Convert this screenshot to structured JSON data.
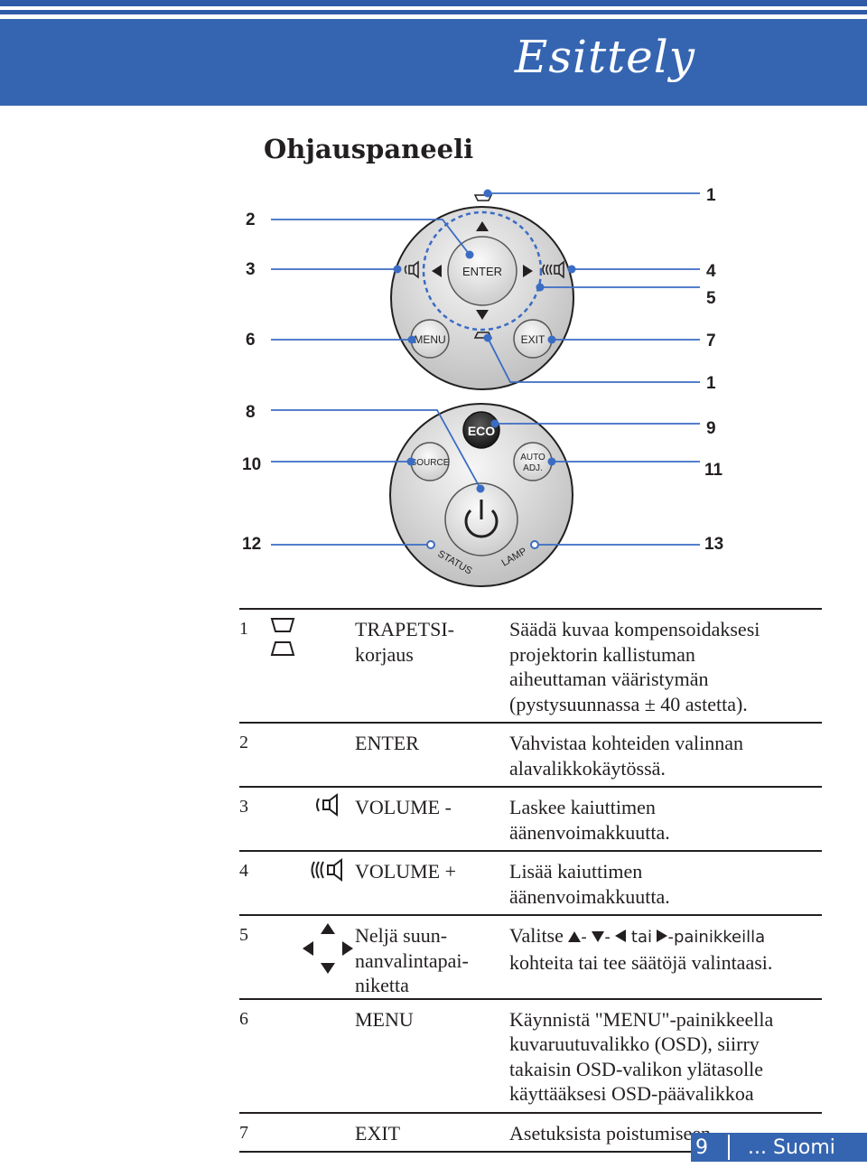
{
  "header": {
    "title": "Esittely"
  },
  "section": {
    "title": "Ohjauspaneeli"
  },
  "callouts": {
    "left": [
      "2",
      "3",
      "6",
      "8",
      "10",
      "12"
    ],
    "right": [
      "1",
      "4",
      "5",
      "7",
      "1",
      "9",
      "11",
      "13"
    ]
  },
  "panel": {
    "enter": "ENTER",
    "menu": "MENU",
    "exit": "EXIT",
    "eco": "ECO",
    "source": "SOURCE",
    "auto1": "AUTO",
    "auto2": "ADJ.",
    "status": "STATUS",
    "lamp": "LAMP"
  },
  "table": {
    "rows": [
      {
        "num": "1",
        "icon": "keystone-icon",
        "name_lines": [
          "TRAPETSI-",
          "korjaus"
        ],
        "desc_lines": [
          "Säädä kuvaa kompensoidaksesi",
          "projektorin kallistuman",
          "aiheuttaman vääristymän",
          "(pystysuunnassa ± 40 astetta)."
        ]
      },
      {
        "num": "2",
        "icon": "",
        "name_lines": [
          "ENTER"
        ],
        "desc_lines": [
          "Vahvistaa kohteiden valinnan",
          "alavalikkokäytössä."
        ]
      },
      {
        "num": "3",
        "icon": "volume-down-icon",
        "name_lines": [
          "VOLUME -"
        ],
        "desc_lines": [
          "Laskee kaiuttimen",
          "äänenvoimakkuutta."
        ]
      },
      {
        "num": "4",
        "icon": "volume-up-icon",
        "name_lines": [
          "VOLUME +"
        ],
        "desc_lines": [
          "Lisää kaiuttimen",
          "äänenvoimakkuutta."
        ]
      },
      {
        "num": "5",
        "icon": "four-direction-icon",
        "name_lines": [
          "Neljä suun-",
          "nanvalintapai-",
          "niketta"
        ],
        "desc_first": {
          "a": "Valitse",
          "b": "-",
          "c": "-",
          "d": "tai",
          "e": "-painikkeilla"
        },
        "desc_lines": [
          "kohteita tai tee säätöjä valintaasi."
        ]
      },
      {
        "num": "6",
        "icon": "",
        "name_lines": [
          "MENU"
        ],
        "desc_lines": [
          "Käynnistä \"MENU\"-painikkeella",
          "kuvaruutuvalikko (OSD), siirry",
          "takaisin OSD-valikon ylätasolle",
          "käyttääksesi OSD-päävalikkoa"
        ]
      },
      {
        "num": "7",
        "icon": "",
        "name_lines": [
          "EXIT"
        ],
        "desc_lines": [
          "Asetuksista poistumiseen."
        ]
      }
    ]
  },
  "footer": {
    "page": "9",
    "language": "... Suomi"
  },
  "colors": {
    "brand_blue": "#3565b1",
    "callout_blue": "#3b6cc4"
  }
}
